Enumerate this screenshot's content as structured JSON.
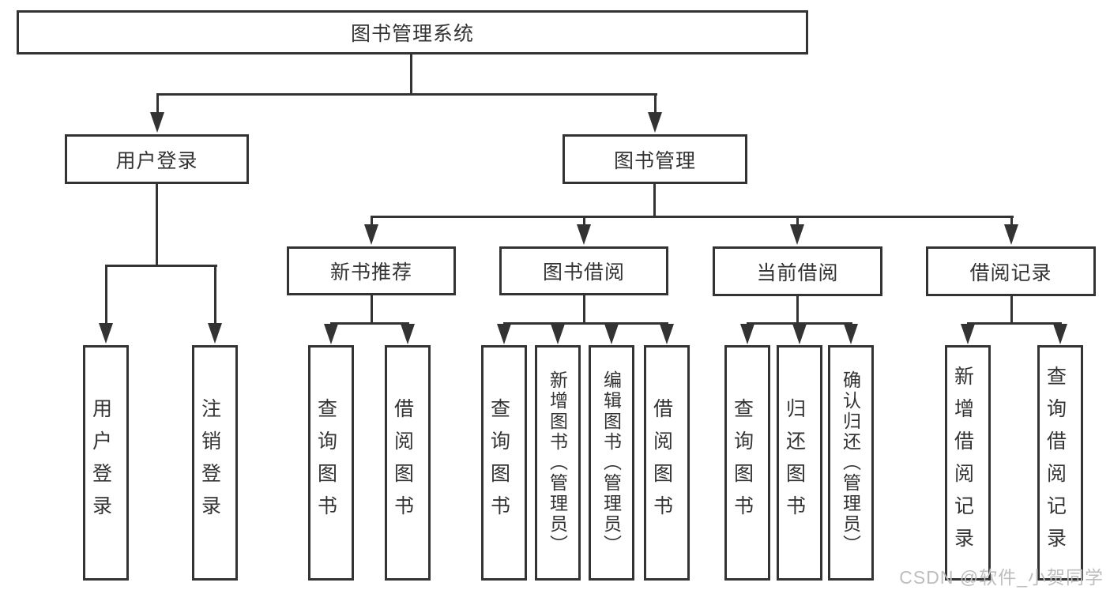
{
  "diagram": {
    "title": "图书管理系统",
    "root": {
      "label": "图书管理系统"
    },
    "level2": [
      {
        "label": "用户登录"
      },
      {
        "label": "图书管理"
      }
    ],
    "level3": [
      {
        "label": "新书推荐",
        "parent": "图书管理"
      },
      {
        "label": "图书借阅",
        "parent": "图书管理"
      },
      {
        "label": "当前借阅",
        "parent": "图书管理"
      },
      {
        "label": "借阅记录",
        "parent": "图书管理"
      }
    ],
    "leaves": [
      {
        "label": "用户登录",
        "parent": "用户登录"
      },
      {
        "label": "注销登录",
        "parent": "用户登录"
      },
      {
        "label": "查询图书",
        "parent": "新书推荐"
      },
      {
        "label": "借阅图书",
        "parent": "新书推荐"
      },
      {
        "label": "查询图书",
        "parent": "图书借阅"
      },
      {
        "label": "新增图书（管理员）",
        "parent": "图书借阅"
      },
      {
        "label": "编辑图书（管理员）",
        "parent": "图书借阅"
      },
      {
        "label": "借阅图书",
        "parent": "图书借阅"
      },
      {
        "label": "查询图书",
        "parent": "当前借阅"
      },
      {
        "label": "归还图书",
        "parent": "当前借阅"
      },
      {
        "label": "确认归还（管理员）",
        "parent": "当前借阅"
      },
      {
        "label": "新增借阅记录",
        "parent": "借阅记录"
      },
      {
        "label": "查询借阅记录",
        "parent": "借阅记录"
      }
    ],
    "colors": {
      "line": "#333333",
      "text": "#333333",
      "background": "#ffffff",
      "watermark": "#bdbdbd"
    }
  },
  "watermark": {
    "text": "CSDN @软件_小贺同学"
  }
}
